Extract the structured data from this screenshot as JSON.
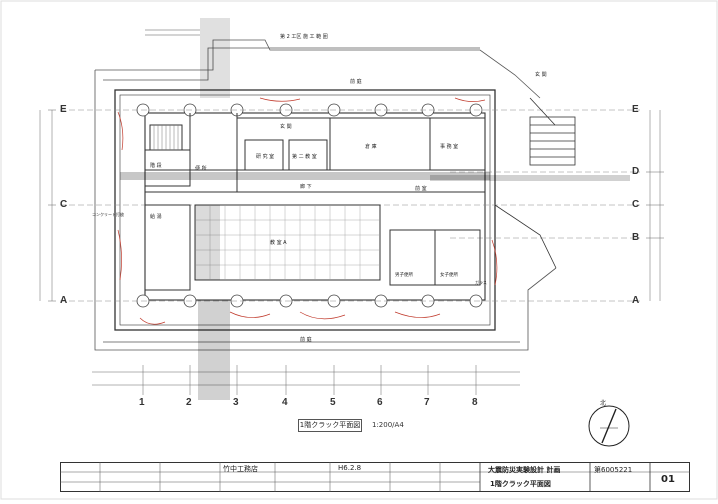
{
  "axes": {
    "columns": [
      "1",
      "2",
      "3",
      "4",
      "5",
      "6",
      "7",
      "8"
    ],
    "rows_left": [
      "E",
      "C",
      "A"
    ],
    "rows_right": [
      "E",
      "D",
      "C",
      "B",
      "A"
    ]
  },
  "rooms": {
    "top_corridor": "廊 下",
    "entrance_top": "玄 関",
    "lab_a": "研 究 室",
    "large_room": "教 室 A",
    "lab_b": "第 二 教 室",
    "storage": "倉 庫",
    "stair": "階 段",
    "wc": "便 所",
    "kitchen": "給 湯",
    "front": "前 室",
    "office": "事 務 室",
    "men_wc": "男子便所",
    "women_wc": "女子便所",
    "garden": "前 庭",
    "garden_bottom": "前 庭",
    "right_label": "玄 関"
  },
  "notes": {
    "top_note": "第 2 工区 施 工 範 囲",
    "exterior_left": "コンクリート打放",
    "deco": "ガラス"
  },
  "caption": {
    "title": "1階クラック平面図",
    "scale": "1:200/A4"
  },
  "north": {
    "label": "北"
  },
  "title_block": {
    "project": "大震防災実験設計 計画",
    "drawing": "1階クラック平面図",
    "sheet_no": "01",
    "code": "竹中工務店",
    "date": "H6.2.8",
    "number": "第6005221"
  }
}
